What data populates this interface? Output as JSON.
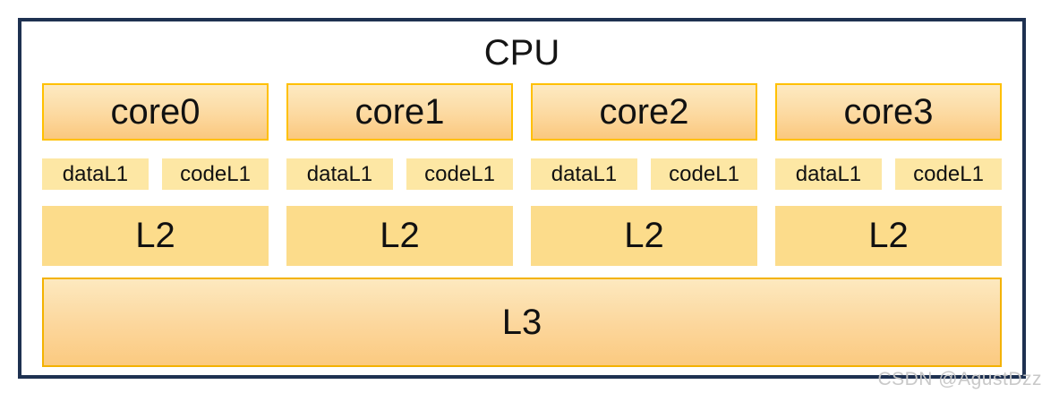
{
  "diagram": {
    "title": "CPU",
    "columns": [
      {
        "core": "core0",
        "l1_data": "dataL1",
        "l1_code": "codeL1",
        "l2": "L2"
      },
      {
        "core": "core1",
        "l1_data": "dataL1",
        "l1_code": "codeL1",
        "l2": "L2"
      },
      {
        "core": "core2",
        "l1_data": "dataL1",
        "l1_code": "codeL1",
        "l2": "L2"
      },
      {
        "core": "core3",
        "l1_data": "dataL1",
        "l1_code": "codeL1",
        "l2": "L2"
      }
    ],
    "l3": "L3"
  },
  "watermark": {
    "text": "CSDN @AgustDzz"
  },
  "colors": {
    "outer_border": "#1e3151",
    "box_border_gold": "#ffc000",
    "gradient_top": "#fdeac2",
    "gradient_bottom": "#fac87e",
    "l1_fill": "#fde7a4",
    "l2_fill": "#fcdc8b",
    "watermark_gray": "#c6c6c6"
  }
}
